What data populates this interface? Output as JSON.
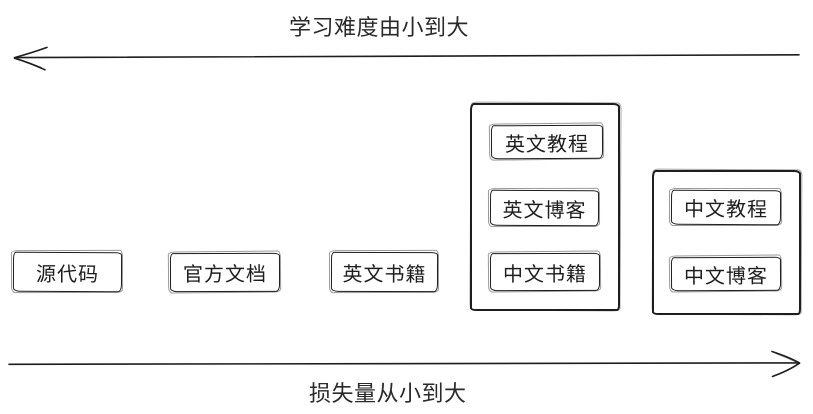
{
  "diagram": {
    "axes": {
      "top": {
        "label": "学习难度由小到大",
        "direction": "left"
      },
      "bottom": {
        "label": "损失量从小到大",
        "direction": "right"
      }
    },
    "nodes": [
      {
        "label": "源代码"
      },
      {
        "label": "官方文档"
      },
      {
        "label": "英文书籍"
      }
    ],
    "groups": [
      {
        "items": [
          {
            "label": "英文教程"
          },
          {
            "label": "英文博客"
          },
          {
            "label": "中文书籍"
          }
        ]
      },
      {
        "items": [
          {
            "label": "中文教程"
          },
          {
            "label": "中文博客"
          }
        ]
      }
    ],
    "colors": {
      "stroke": "#1e1e1e",
      "background": "#ffffff"
    }
  }
}
